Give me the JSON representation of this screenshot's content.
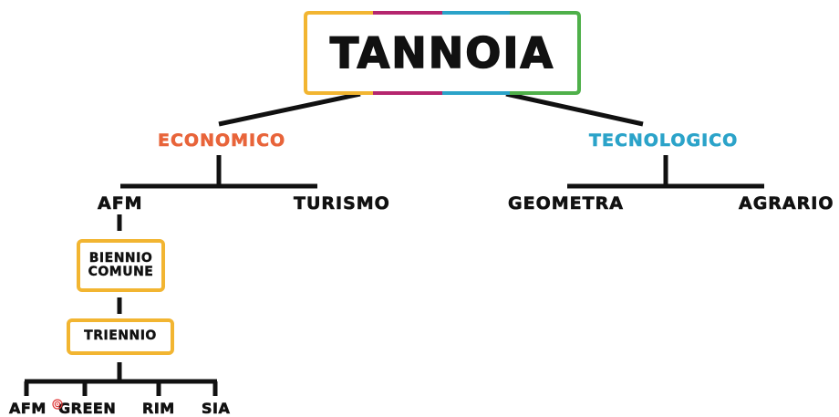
{
  "title": "TANNOIA",
  "colors": {
    "title_border": [
      "#f2b531",
      "#b5266e",
      "#2ba3c9",
      "#4fb04a"
    ],
    "economico": "#e8643a",
    "tecnologico": "#2ba3c9",
    "box_border": "#f2b531",
    "lines": "#111111"
  },
  "branches": {
    "economico": {
      "label": "ECONOMICO",
      "children": {
        "afm": "AFM",
        "turismo": "TURISMO"
      }
    },
    "tecnologico": {
      "label": "TECNOLOGICO",
      "children": {
        "geometra": "GEOMETRA",
        "agrario": "AGRARIO"
      }
    }
  },
  "afm_path": {
    "biennio_line1": "BIENNIO",
    "biennio_line2": "COMUNE",
    "triennio": "TRIENNIO",
    "specializations": [
      "AFM",
      "GREEN",
      "RIM",
      "SIA"
    ]
  },
  "icons": {
    "cursor_target": "target-icon"
  }
}
